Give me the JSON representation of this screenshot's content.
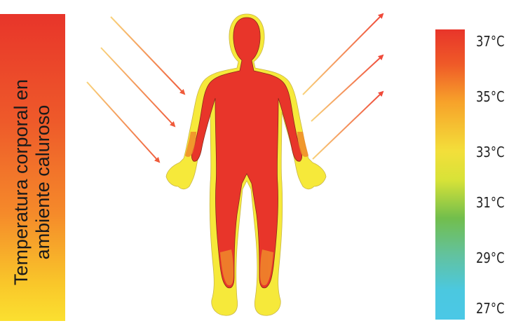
{
  "title": {
    "line1": "Temperatura corporal en",
    "line2": "ambiente caluroso"
  },
  "scale": {
    "labels": [
      "37°C",
      "35°C",
      "33°C",
      "31°C",
      "29°C",
      "27°C"
    ]
  },
  "colors": {
    "core": "#e8352a",
    "shell": "#f6e93a",
    "arrow_in": "#ef6a3c",
    "arrow_out": "#ef5545"
  }
}
